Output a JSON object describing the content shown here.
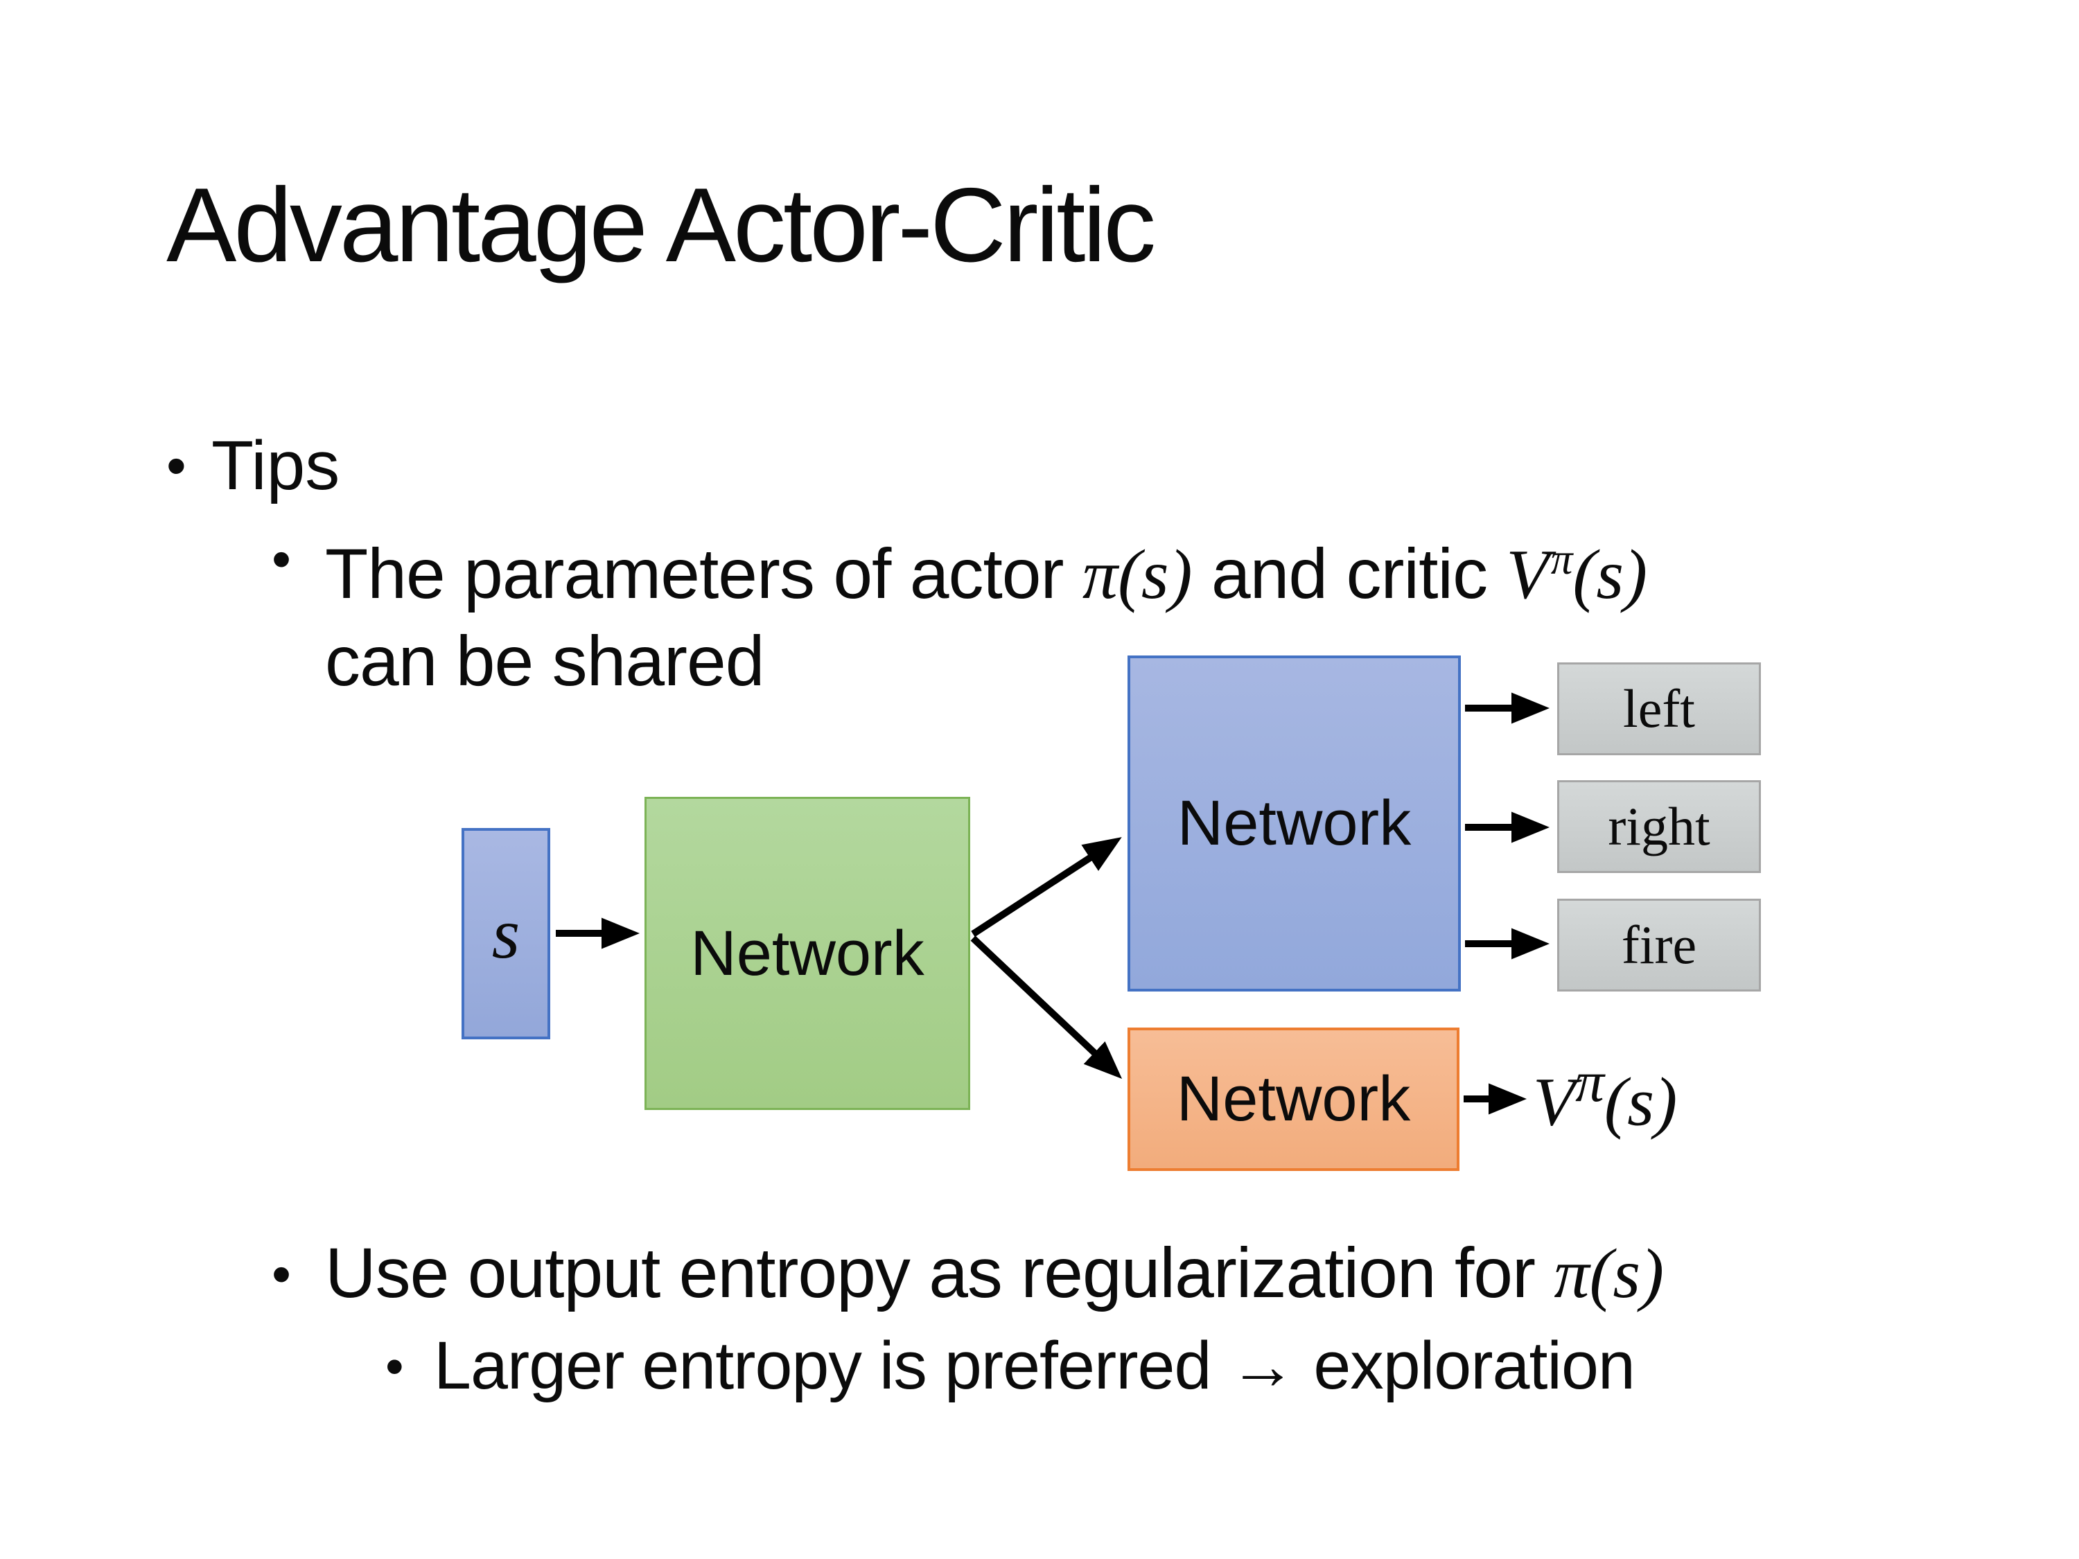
{
  "slide": {
    "title": "Advantage Actor-Critic",
    "content": {
      "tips": "Tips",
      "param_pre": "The parameters of actor ",
      "param_math_actor": {
        "base": "π",
        "args": "(s)"
      },
      "param_mid": "  and critic ",
      "param_math_critic": {
        "base": "V",
        "sup": "π",
        "args": "(s)"
      },
      "param_line2": "can be shared",
      "entropy_pre": "Use output entropy as regularization for ",
      "entropy_math": {
        "base": "π",
        "args": "(s)"
      },
      "exploration": "Larger entropy is preferred → exploration"
    },
    "diagram": {
      "input_label": "s",
      "shared_network_label": "Network",
      "actor_network_label": "Network",
      "critic_network_label": "Network",
      "actions": [
        "left",
        "right",
        "fire"
      ],
      "value_output": {
        "base": "V",
        "sup": "π",
        "args": "(s)"
      }
    },
    "colors": {
      "input_fill": "#9FB2DE",
      "input_border": "#4472C4",
      "shared_fill": "#A9D18E",
      "shared_border": "#7CB356",
      "actor_fill": "#9DB2DF",
      "actor_border": "#4472C4",
      "critic_fill": "#F4B183",
      "critic_border": "#ED7D31",
      "action_fill": "#CBCFCF",
      "action_border": "#A6A6A6",
      "arrow": "#000000",
      "text": "#0b0b0b"
    }
  }
}
